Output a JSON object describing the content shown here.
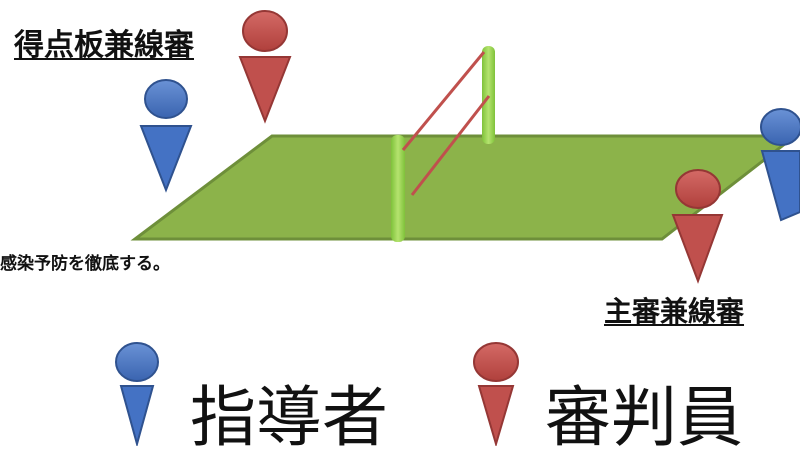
{
  "labels": {
    "scorer_line_judge": "得点板兼線審",
    "chief_referee_line_judge": "主審兼線審",
    "note": "感染予防を徹底する。"
  },
  "legend": {
    "coach": "指導者",
    "referee": "審判員"
  },
  "colors": {
    "coach": "#4472c4",
    "referee": "#c0504d",
    "court": "#8cb34a",
    "post": "#92d050"
  },
  "icons": {
    "coach": "person-icon",
    "referee": "person-icon"
  }
}
